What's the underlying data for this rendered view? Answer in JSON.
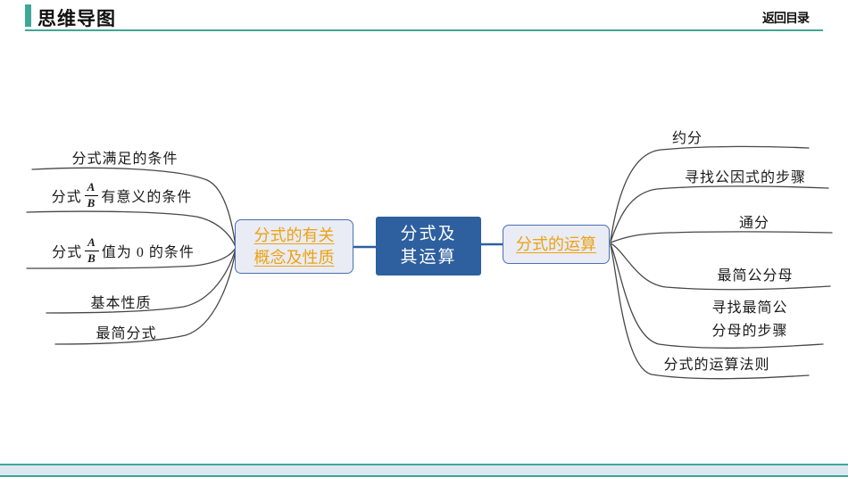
{
  "header": {
    "title": "思维导图",
    "back_label": "返回目录"
  },
  "colors": {
    "accent_teal": "#3fa796",
    "node_blue": "#2e5f9e",
    "branch_fill": "#e9ecf5",
    "branch_border": "#4a6fb0",
    "branch_text_orange": "#eda211",
    "curve_gray": "#474747",
    "footer_fill": "#dde7f2"
  },
  "map": {
    "center": {
      "line1": "分式及",
      "line2": "其运算"
    },
    "left_branch": {
      "line1": "分式的有关",
      "line2": "概念及性质"
    },
    "right_branch": {
      "label": "分式的运算"
    },
    "left_items": [
      {
        "text": "分式满足的条件"
      },
      {
        "prefix": "分式",
        "frac_num": "A",
        "frac_den": "B",
        "suffix": "有意义的条件"
      },
      {
        "prefix": "分式",
        "frac_num": "A",
        "frac_den": "B",
        "suffix": "值为 0 的条件"
      },
      {
        "text": "基本性质"
      },
      {
        "text": "最简分式"
      }
    ],
    "right_items": [
      {
        "text": "约分"
      },
      {
        "text": "寻找公因式的步骤"
      },
      {
        "text": "通分"
      },
      {
        "text": "最简公分母"
      },
      {
        "line1": "寻找最简公",
        "line2": "分母的步骤"
      },
      {
        "text": "分式的运算法则"
      }
    ]
  }
}
